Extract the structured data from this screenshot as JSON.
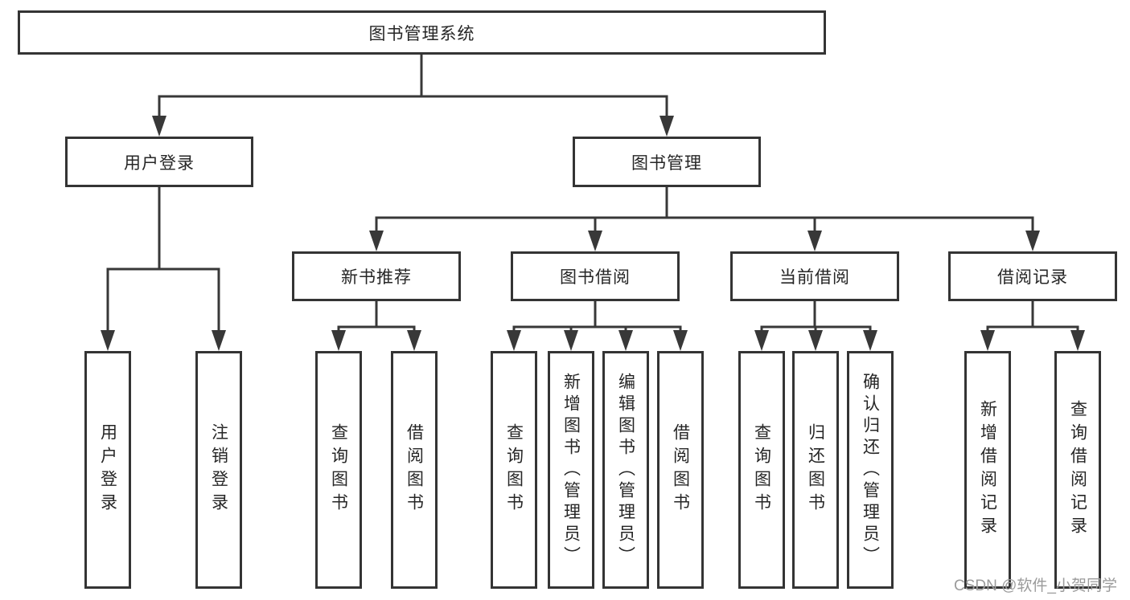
{
  "diagram": {
    "tree": {
      "root": {
        "label": "图书管理系统",
        "children": [
          {
            "label": "用户登录",
            "children": [
              {
                "label": "用户登录"
              },
              {
                "label": "注销登录"
              }
            ]
          },
          {
            "label": "图书管理",
            "children": [
              {
                "label": "新书推荐",
                "children": [
                  {
                    "label": "查询图书"
                  },
                  {
                    "label": "借阅图书"
                  }
                ]
              },
              {
                "label": "图书借阅",
                "children": [
                  {
                    "label": "查询图书"
                  },
                  {
                    "label": "新增图书（管理员）"
                  },
                  {
                    "label": "编辑图书（管理员）"
                  },
                  {
                    "label": "借阅图书"
                  }
                ]
              },
              {
                "label": "当前借阅",
                "children": [
                  {
                    "label": "查询图书"
                  },
                  {
                    "label": "归还图书"
                  },
                  {
                    "label": "确认归还（管理员）"
                  }
                ]
              },
              {
                "label": "借阅记录",
                "children": [
                  {
                    "label": "新增借阅记录"
                  },
                  {
                    "label": "查询借阅记录"
                  }
                ]
              }
            ]
          }
        ]
      }
    },
    "watermark": "CSDN @软件_小贺同学",
    "colors": {
      "line": "#383838",
      "box_border": "#343434",
      "text": "#262626",
      "watermark": "#9b9b9b",
      "background": "#ffffff"
    }
  }
}
